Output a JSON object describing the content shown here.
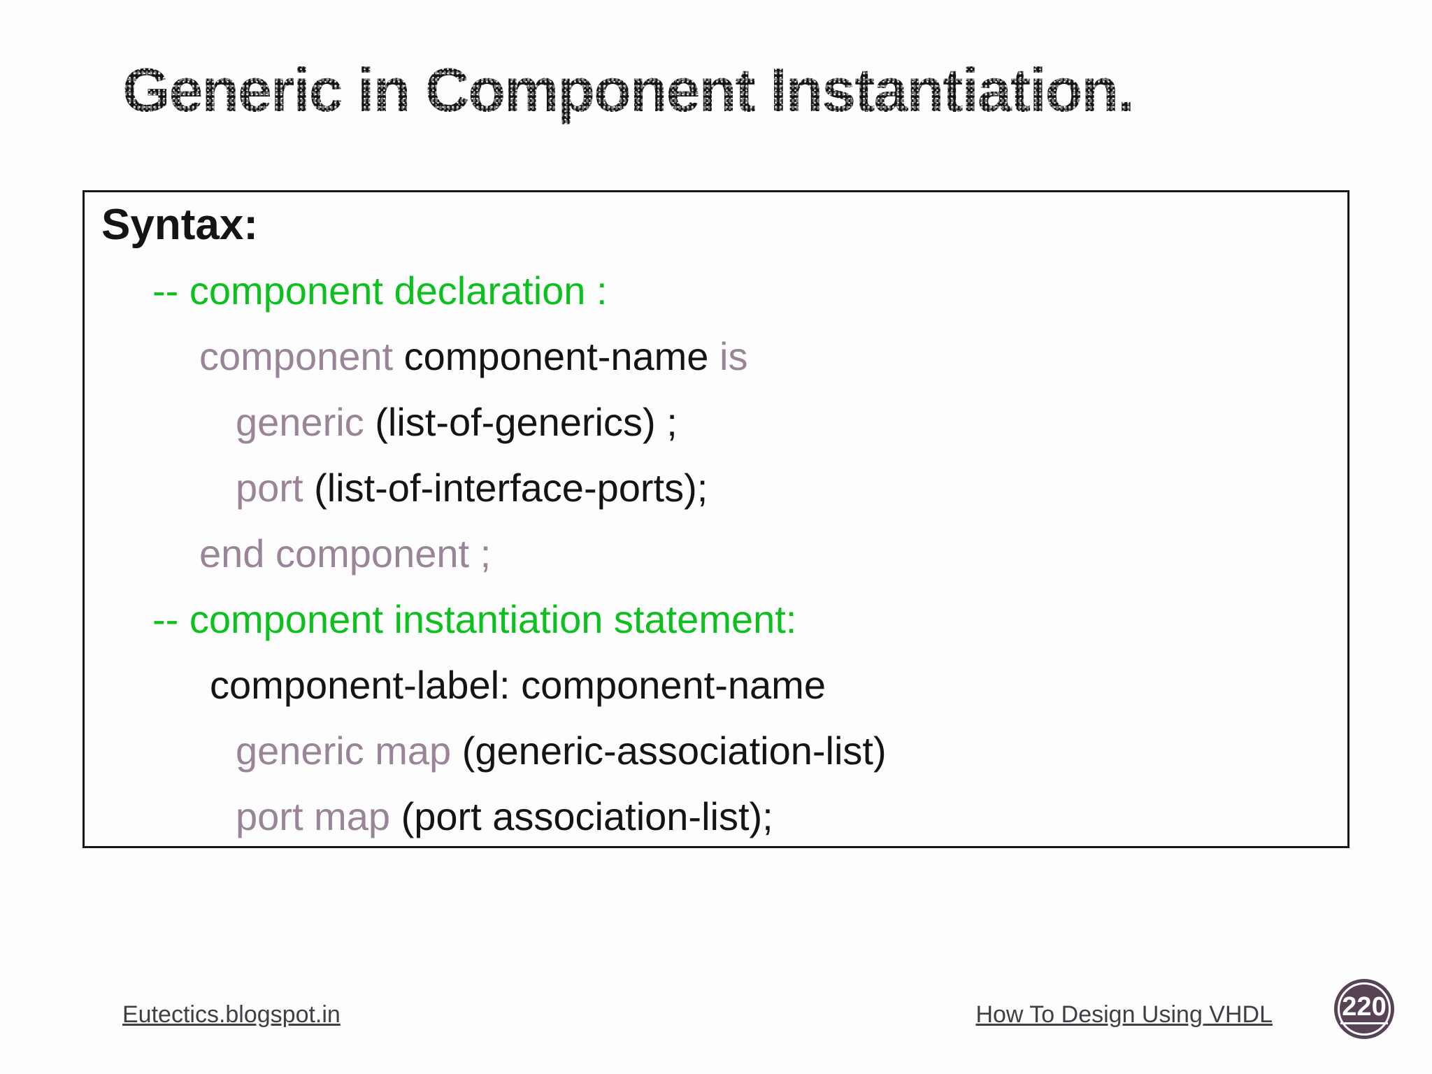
{
  "slide_title": "Generic in Component Instantiation.",
  "syntax_box": {
    "heading": "Syntax:",
    "lines": [
      {
        "indent": "1",
        "segments": [
          {
            "t": "-- component declaration :",
            "c": "green"
          }
        ]
      },
      {
        "indent": "2",
        "segments": [
          {
            "t": "component ",
            "c": "mauve"
          },
          {
            "t": "component-name ",
            "c": "dark"
          },
          {
            "t": "is",
            "c": "mauve"
          }
        ]
      },
      {
        "indent": "3",
        "segments": [
          {
            "t": "generic ",
            "c": "mauve"
          },
          {
            "t": "(list-of-generics) ;",
            "c": "dark"
          }
        ]
      },
      {
        "indent": "3",
        "segments": [
          {
            "t": "port ",
            "c": "mauve"
          },
          {
            "t": "(list-of-interface-ports);",
            "c": "dark"
          }
        ]
      },
      {
        "indent": "2",
        "segments": [
          {
            "t": "end component ;",
            "c": "mauve"
          }
        ]
      },
      {
        "indent": "1",
        "segments": [
          {
            "t": "-- component instantiation statement:",
            "c": "green"
          }
        ]
      },
      {
        "indent": "2b",
        "segments": [
          {
            "t": "component-label: component-name",
            "c": "dark"
          }
        ]
      },
      {
        "indent": "3",
        "segments": [
          {
            "t": "generic map ",
            "c": "mauve"
          },
          {
            "t": "(generic-association-list)",
            "c": "dark"
          }
        ]
      },
      {
        "indent": "3",
        "segments": [
          {
            "t": "port map ",
            "c": "mauve"
          },
          {
            "t": "(port association-list);",
            "c": "dark"
          }
        ]
      }
    ]
  },
  "footer": {
    "left_link": "Eutectics.blogspot.in",
    "right_link": "How To Design Using VHDL",
    "page_number": "220"
  },
  "colors": {
    "comment_green": "#0cc11e",
    "keyword_mauve": "#9a8497",
    "text_dark": "#141414",
    "badge_plum": "#574355"
  }
}
